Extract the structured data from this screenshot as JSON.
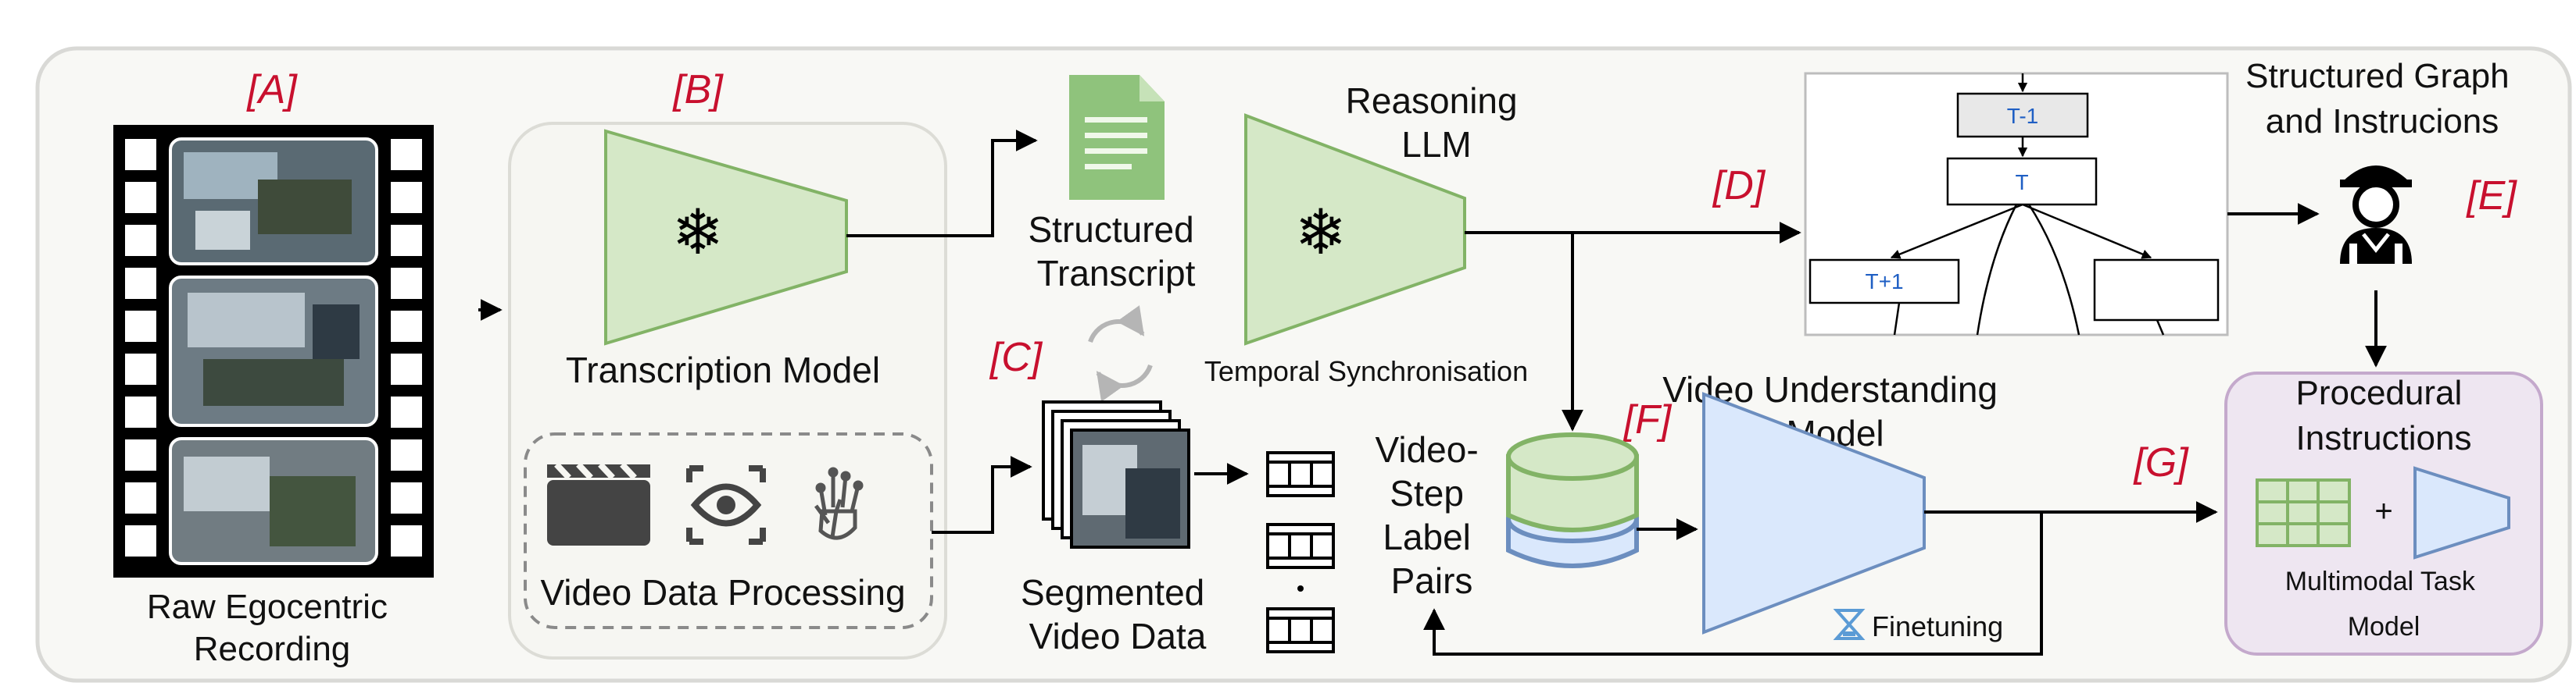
{
  "tags": {
    "a": "[A]",
    "b": "[B]",
    "c": "[C]",
    "d": "[D]",
    "e": "[E]",
    "f": "[F]",
    "g": "[G]"
  },
  "labels": {
    "raw_recording": [
      "Raw Egocentric",
      "Recording"
    ],
    "transcription_model": "Transcription Model",
    "video_data_processing": "Video Data Processing",
    "structured_transcript": [
      "Structured",
      "Transcript"
    ],
    "reasoning_llm": [
      "Reasoning",
      "LLM"
    ],
    "temporal_sync": "Temporal Synchronisation",
    "segmented_video": [
      "Segmented",
      "Video Data"
    ],
    "video_step_pairs": [
      "Video-",
      "Step",
      "Label",
      "Pairs"
    ],
    "video_understanding": [
      "Video Understanding",
      "Model"
    ],
    "finetuning": "Finetuning",
    "structured_graph": [
      "Structured Graph",
      "and Instrucions"
    ],
    "procedural": [
      "Procedural",
      "Instructions"
    ],
    "multimodal": [
      "Multimodal Task",
      "Model"
    ],
    "plus": "+"
  },
  "graph_nodes": {
    "t_minus_1": "T-1",
    "t": "T",
    "t_plus_1": "T+1"
  },
  "icons": {
    "snowflake": "❄",
    "document": "document-icon",
    "clapper": "clapperboard-icon",
    "eye": "eye-icon",
    "hand": "hand-skeleton-icon",
    "worker": "worker-icon",
    "hourglass": "hourglass-icon",
    "sync": "sync-arrows-icon",
    "database": "database-icon"
  },
  "colors": {
    "green_fill": "#d5e8c7",
    "green_stroke": "#82b366",
    "blue_fill": "#dae8fc",
    "blue_stroke": "#6c8ebf",
    "tag_red": "#c8102e",
    "purple_fill": "#eee6f1",
    "purple_stroke": "#c4a9cc",
    "panel_fill": "#f8f8f5"
  }
}
